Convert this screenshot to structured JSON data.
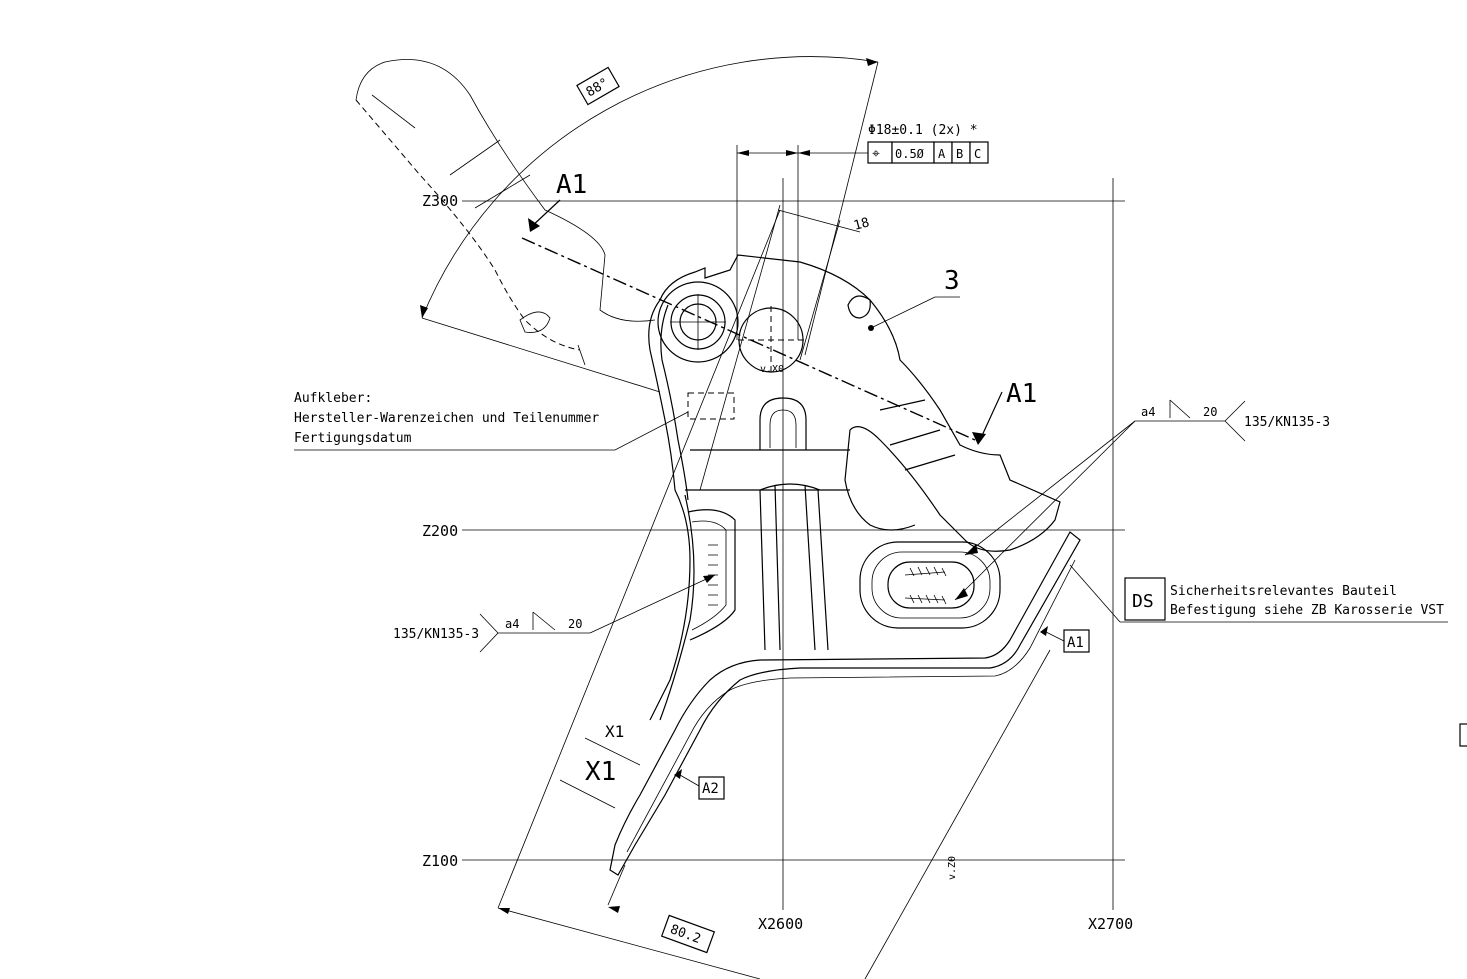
{
  "grid_labels": {
    "z300": "Z300",
    "z200": "Z200",
    "z100": "Z100",
    "x2600": "X2600",
    "x2700": "X2700"
  },
  "angle_dim": "88°",
  "dim_18": "18",
  "dim_80_2": "80.2",
  "hole_callout": "Φ18±0.1 (2x) *",
  "feature_frame": [
    "⌖",
    "0.5Ø",
    "A",
    "B",
    "C"
  ],
  "section_labels": {
    "a1_top": "A1",
    "a1_right": "A1",
    "x1_small": "X1",
    "x1_large": "X1"
  },
  "item_number": "3",
  "sticker_note": [
    "Aufkleber:",
    "Hersteller-Warenzeichen und Teilenummer",
    "Fertigungsdatum"
  ],
  "weld_right": {
    "size": "a4",
    "length": "20",
    "process": "135/KN135-3"
  },
  "weld_left": {
    "size": "a4",
    "length": "20",
    "process": "135/KN135-3"
  },
  "ds_note": {
    "badge": "DS",
    "line1": "Sicherheitsrelevantes Bauteil",
    "line2": "Befestigung siehe ZB Karosserie VST"
  },
  "datum_tags": {
    "a1": "A1",
    "a2": "A2"
  },
  "vz_label": "v.Z0",
  "vx_label": "v.X0"
}
